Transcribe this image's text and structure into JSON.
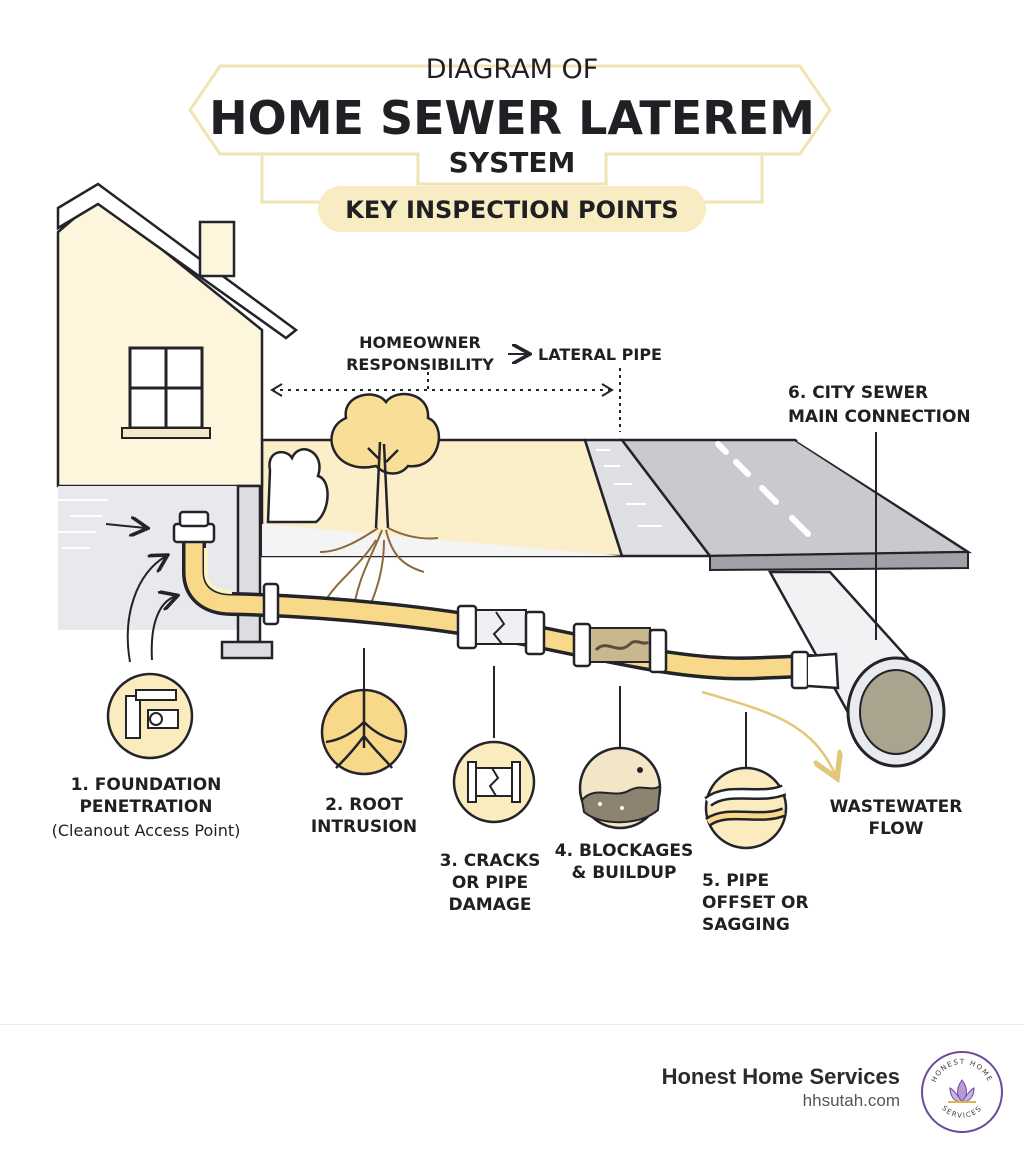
{
  "title": {
    "line1": "DIAGRAM OF",
    "line2": "HOME SEWER LATEREM",
    "line3": "SYSTEM",
    "badge": "KEY INSPECTION POINTS"
  },
  "zone": {
    "owner_line1": "HOMEOWNER",
    "owner_line2": "RESPONSIBILITY",
    "lateral": "LATERAL PIPE"
  },
  "points": {
    "p1_line1": "1. FOUNDATION",
    "p1_line2": "PENETRATION",
    "p1_line3": "(Cleanout Access Point)",
    "p2_line1": "2. ROOT",
    "p2_line2": "INTRUSION",
    "p3_line1": "3. CRACKS",
    "p3_line2": "OR PIPE",
    "p3_line3": "DAMAGE",
    "p4_line1": "4. BLOCKAGES",
    "p4_line2": "& BUILDUP",
    "p5_line1": "5. PIPE",
    "p5_line2": "OFFSET OR",
    "p5_line3": "SAGGING",
    "p6_line1": "6. CITY SEWER",
    "p6_line2": "MAIN CONNECTION",
    "flow_line1": "WASTEWATER",
    "flow_line2": "FLOW"
  },
  "footer": {
    "company": "Honest Home Services",
    "url": "hhsutah.com",
    "logo_top": "HONEST HOME",
    "logo_bottom": "SERVICES"
  },
  "colors": {
    "accent": "#f7e7b0",
    "pipe": "#f8d98a",
    "outline": "#23232a",
    "house": "#fdf6dc",
    "road": "#c9cacd"
  }
}
